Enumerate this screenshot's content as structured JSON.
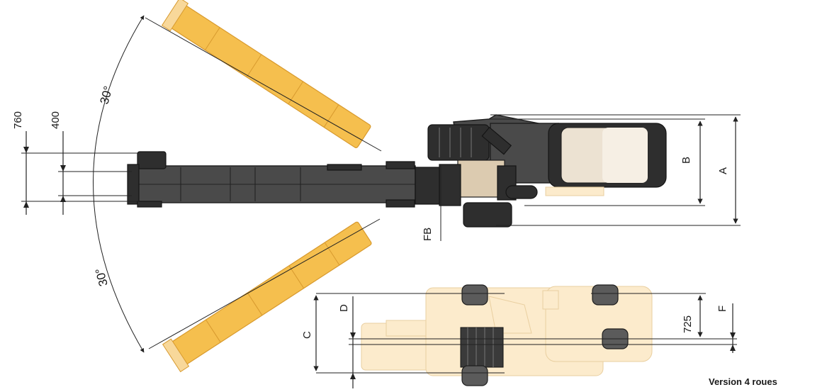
{
  "diagram": {
    "angle_labels": {
      "upper": "30°",
      "lower": "30°"
    },
    "left_dimensions": {
      "outer": "760",
      "inner": "400"
    },
    "right_dimensions": {
      "b": "B",
      "a": "A"
    },
    "bottom_dimensions": {
      "c": "C",
      "d": "D",
      "track": "725",
      "f": "F"
    },
    "fb_label": "FB",
    "caption": "Version 4 roues",
    "colors": {
      "boom_swung": "#f5bf4e",
      "machine_body": "#4a4a4a",
      "wheel_view_body": "#fcebcc",
      "tires": "#5b5b5b"
    }
  }
}
